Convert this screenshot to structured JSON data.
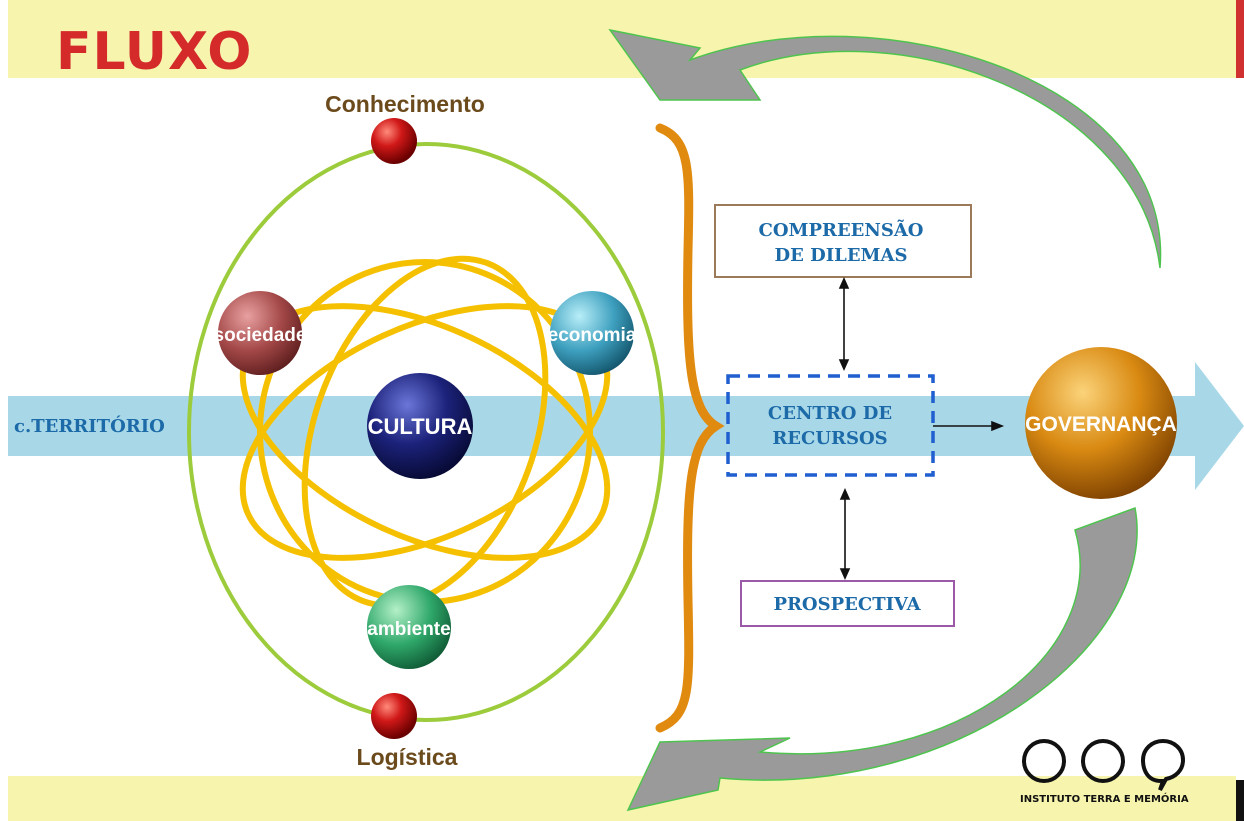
{
  "title": "FLUXO",
  "axis_label": "c.TERRITÓRIO",
  "center_node": "CULTURA",
  "outer_nodes": {
    "top": "Conhecimento",
    "bottom": "Logística"
  },
  "inner_nodes": {
    "left": "sociedade",
    "right": "economia",
    "bottom": "ambiente"
  },
  "boxes": {
    "top_line1": "COMPREENSÃO",
    "top_line2": "DE DILEMAS",
    "center_line1": "CENTRO DE",
    "center_line2": "RECURSOS",
    "bottom": "PROSPECTIVA"
  },
  "result_node": "GOVERNANÇA",
  "logo": "INSTITUTO TERRA E MEMÓRIA",
  "colors": {
    "title": "#d42a2a",
    "band": "#f6f4ad",
    "flow_arrow": "#a8d8e8",
    "orbit_outer": "#9ccc3c",
    "orbit_inner": "#f5c000",
    "brace": "#e08a10",
    "box_text": "#1c6aa8",
    "gray_arrow": "#9a9a9a"
  }
}
